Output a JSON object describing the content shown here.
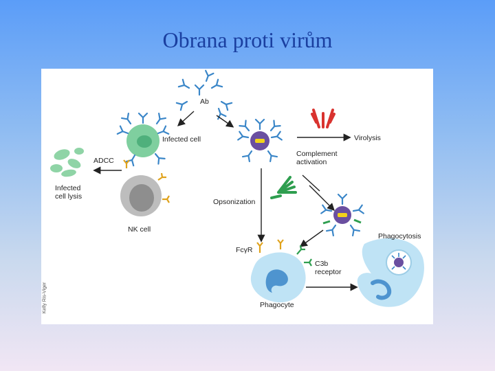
{
  "slide": {
    "title": "Obrana proti virům"
  },
  "diagram": {
    "labels": {
      "ab": "Ab",
      "infected_cell": "Infected cell",
      "virolysis": "Virolysis",
      "adcc": "ADCC",
      "complement_activation": "Complement\nactivation",
      "infected_cell_lysis": "Infected\ncell lysis",
      "opsonization": "Opsonization",
      "nk_cell": "NK cell",
      "phagocytosis": "Phagocytosis",
      "fcyr": "FcγR",
      "c3b_receptor": "C3b\nreceptor",
      "phagocyte": "Phagocyte"
    },
    "credit": "Kelly Ris-Viger"
  },
  "colors": {
    "background_top": "#5b9df8",
    "background_bottom": "#f1e6f4",
    "title": "#1a3fa0",
    "antibody": "#3a86c8",
    "complement": "#d9332f",
    "c3b": "#2e9e4f",
    "infected_cell": "#7fcf9f",
    "virion": "#6a4fa0",
    "phagocyte": "#bfe3f5",
    "nk_cell": "#bdbdbd",
    "fc_receptor": "#e0a21b"
  }
}
